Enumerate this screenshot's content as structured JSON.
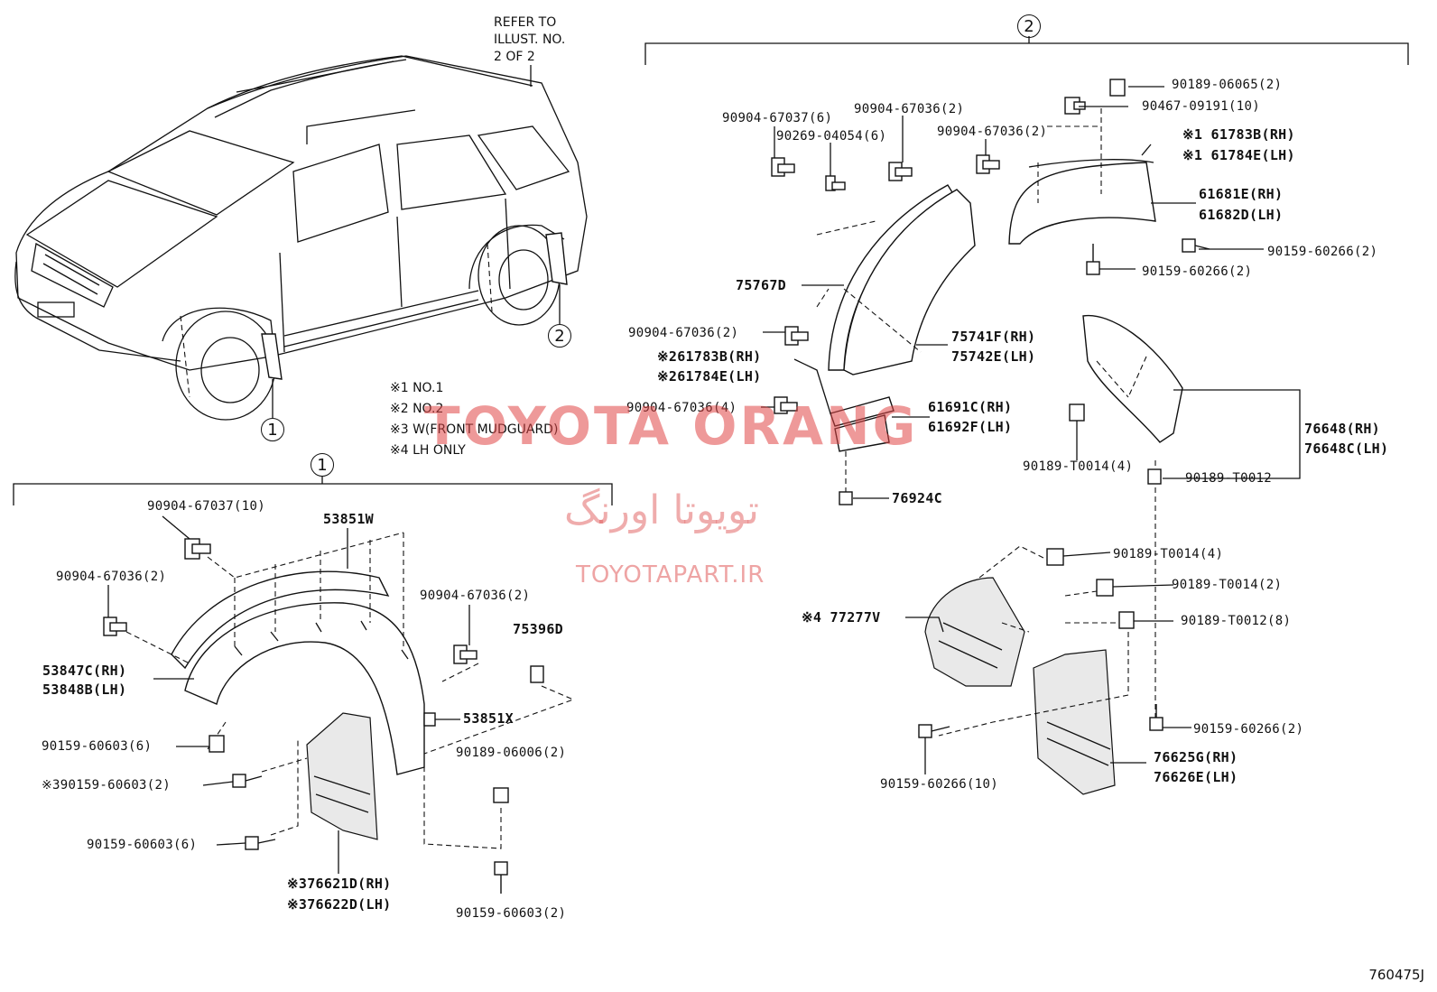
{
  "diagram": {
    "refer_note": [
      "REFER TO",
      "ILLUST. NO.",
      "2 OF 2"
    ],
    "callouts": [
      "1",
      "2"
    ],
    "legend": [
      "※1 NO.1",
      "※2 NO.2",
      "※3 W(FRONT MUDGUARD)",
      "※4 LH ONLY"
    ],
    "section1_parts": [
      "90904-67037(10)",
      "53851W",
      "90904-67036(2)",
      "90904-67036(2)",
      "75396D",
      "53847C(RH)",
      "53848B(LH)",
      "53851X",
      "90159-60603(6)",
      "90189-06006(2)",
      "※390159-60603(2)",
      "90159-60603(6)",
      "※376621D(RH)",
      "※376622D(LH)",
      "90159-60603(2)"
    ],
    "section2_parts": [
      "90904-67037(6)",
      "90904-67036(2)",
      "90269-04054(6)",
      "90904-67036(2)",
      "90189-06065(2)",
      "90467-09191(10)",
      "※1 61783B(RH)",
      "※1 61784E(LH)",
      "61681E(RH)",
      "61682D(LH)",
      "90159-60266(2)",
      "90159-60266(2)",
      "75767D",
      "90904-67036(2)",
      "75741F(RH)",
      "75742E(LH)",
      "※261783B(RH)",
      "※261784E(LH)",
      "90904-67036(4)",
      "61691C(RH)",
      "61692F(LH)",
      "76924C",
      "76648(RH)",
      "76648C(LH)",
      "90189-T0014(4)",
      "90189-T0012",
      "90189-T0014(4)",
      "90189-T0014(2)",
      "※4 77277V",
      "90189-T0012(8)",
      "90159-60266(2)",
      "90159-60266(10)",
      "76625G(RH)",
      "76626E(LH)"
    ],
    "watermark": {
      "brand": "TOYOTA ORANG",
      "persian": "تویوتا اورنگ",
      "site": "TOYOTAPART.IR",
      "color": "#e04646"
    },
    "illustration_code": "760475J"
  }
}
